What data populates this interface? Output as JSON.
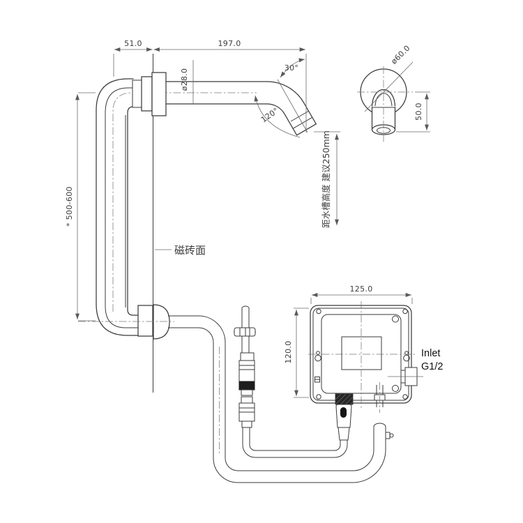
{
  "drawing": {
    "title": "sensor-faucet-installation-diagram",
    "dims": {
      "offset_left": "51.0",
      "spout_reach": "197.0",
      "spout_diameter": "ø28.0",
      "tip_angle": "30°",
      "bend_angle": "120°",
      "flange_diameter": "ø60.0",
      "spout_drop": "50.0",
      "install_height": "* 500-600",
      "outlet_height_note": "距水槽高度 建议250mm",
      "box_width": "125.0",
      "box_height": "120.0"
    },
    "labels": {
      "tile_surface": "磁砖面",
      "inlet_line1": "Inlet",
      "inlet_line2": "G1/2"
    },
    "colors": {
      "line": "#3a3a3a",
      "dim": "#6a6a6a",
      "text": "#3d3d3d",
      "dark": "#1d1d1d",
      "bg": "#ffffff"
    }
  }
}
